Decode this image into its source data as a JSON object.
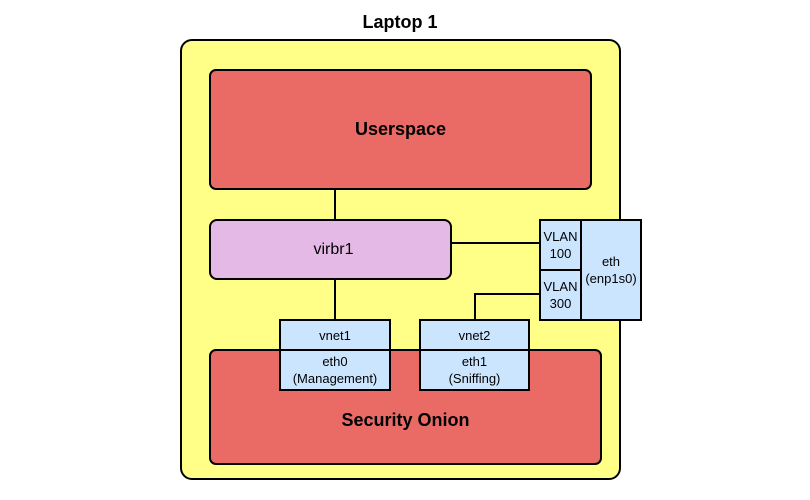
{
  "title": "Laptop 1",
  "userspace": {
    "label": "Userspace"
  },
  "bridge": {
    "label": "virbr1"
  },
  "security_onion": {
    "label": "Security Onion"
  },
  "interfaces": {
    "vnet1": "vnet1",
    "vnet2": "vnet2",
    "eth0": {
      "line1": "eth0",
      "line2": "(Management)"
    },
    "eth1": {
      "line1": "eth1",
      "line2": "(Sniffing)"
    },
    "vlan100": {
      "line1": "VLAN",
      "line2": "100"
    },
    "vlan300": {
      "line1": "VLAN",
      "line2": "300"
    },
    "eth": {
      "line1": "eth",
      "line2": "(enp1s0)"
    }
  },
  "colors": {
    "laptop_fill": "#ffff88",
    "os_fill": "#ea6b66",
    "bridge_fill": "#e4b9e5",
    "interface_fill": "#cce5ff"
  }
}
